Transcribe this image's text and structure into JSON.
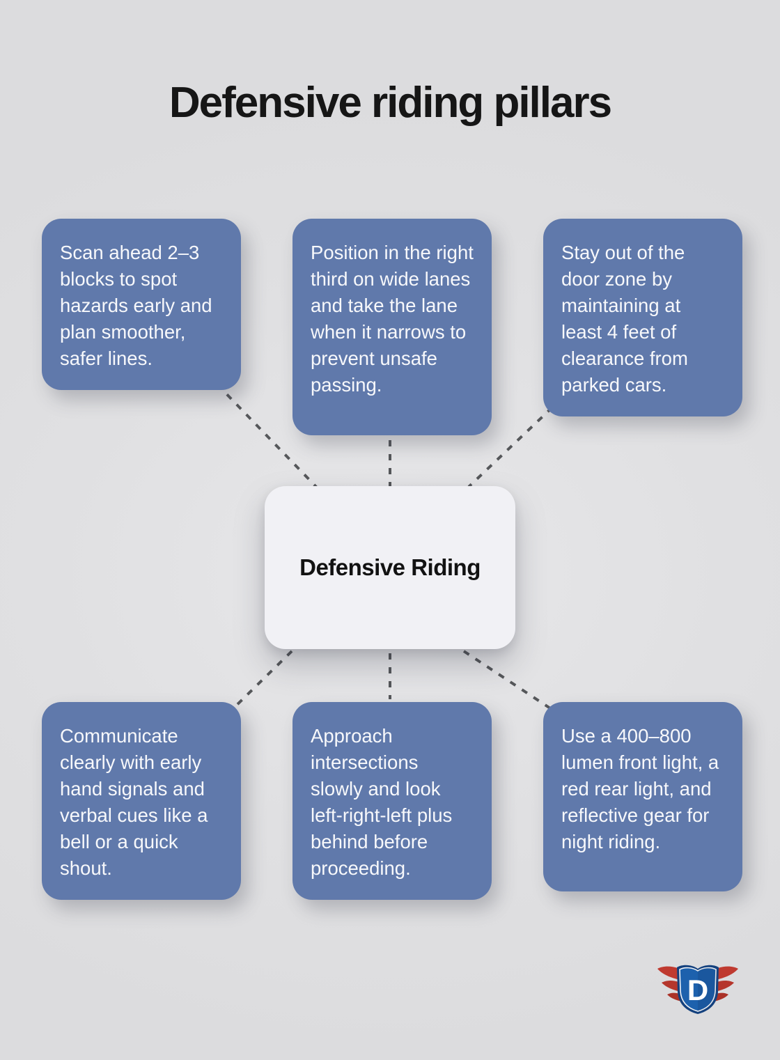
{
  "page": {
    "title": "Defensive riding pillars"
  },
  "center": {
    "label": "Defensive Riding"
  },
  "nodes": [
    {
      "id": "scan-ahead",
      "text": "Scan ahead 2–3 blocks to spot hazards early and plan smoother, safer lines."
    },
    {
      "id": "lane-position",
      "text": "Position in the right third on wide lanes and take the lane when it narrows to prevent unsafe passing."
    },
    {
      "id": "door-zone",
      "text": "Stay out of the door zone by maintaining at least 4 feet of clearance from parked cars."
    },
    {
      "id": "communicate",
      "text": "Communicate clearly with early hand signals and verbal cues like a bell or a quick shout."
    },
    {
      "id": "intersections",
      "text": "Approach intersections slowly and look left-right-left plus behind before proceeding."
    },
    {
      "id": "night-lights",
      "text": "Use a 400–800 lumen front light, a red rear light, and reflective gear for night riding."
    }
  ],
  "logo": {
    "letter": "D"
  },
  "colors": {
    "background": "#e0e0e2",
    "pillar_blue": "#6079ab",
    "pillar_text": "#f7f8fb",
    "center_bg": "#f1f1f5",
    "title": "#161616",
    "connector": "#55575a",
    "logo_shield_blue": "#1d61ad",
    "logo_shield_border": "#14417e",
    "logo_wing_red": "#bf3a30"
  }
}
